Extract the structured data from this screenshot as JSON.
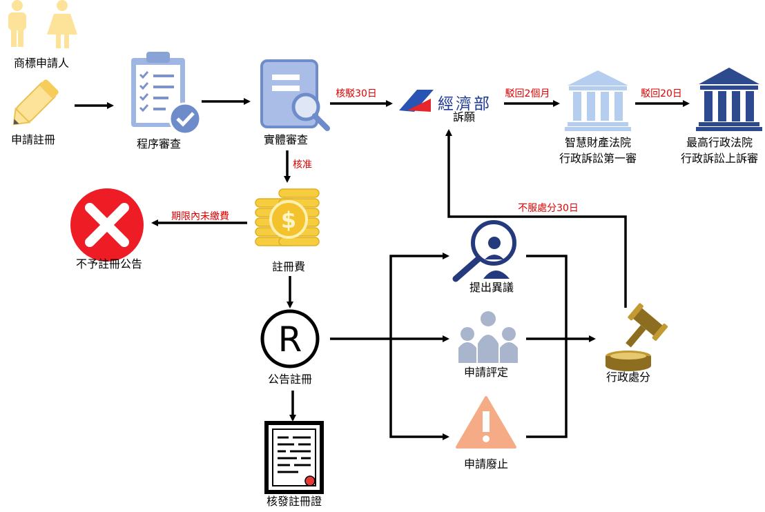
{
  "nodes": {
    "applicant": "商標申請人",
    "apply": "申請註冊",
    "procedural_review": "程序審查",
    "substantive_review": "實體審查",
    "moea_logo": "經濟部",
    "appeal": "訴願",
    "ip_court_line1": "智慧財產法院",
    "ip_court_line2": "行政訴訟第一審",
    "supreme_court_line1": "最高行政法院",
    "supreme_court_line2": "行政訴訟上訴審",
    "reject_notice": "不予註冊公告",
    "reg_fee": "註冊費",
    "publish": "公告註冊",
    "certificate": "核發註冊證",
    "opposition": "提出異議",
    "invalidation": "申請評定",
    "cancellation": "申請廢止",
    "admin_decision": "行政處分"
  },
  "edges": {
    "reject_30": "核駁30日",
    "reject_2m": "駁回2個月",
    "reject_20": "駁回20日",
    "approve": "核准",
    "unpaid": "期限內未繳費",
    "disagree_30": "不服處分30日"
  },
  "colors": {
    "yellow": "#fbe08a",
    "blue_light": "#8fa9d9",
    "blue_dark": "#2c4a8f",
    "red_edge": "#e00000",
    "reject_red": "#ee1c25"
  }
}
